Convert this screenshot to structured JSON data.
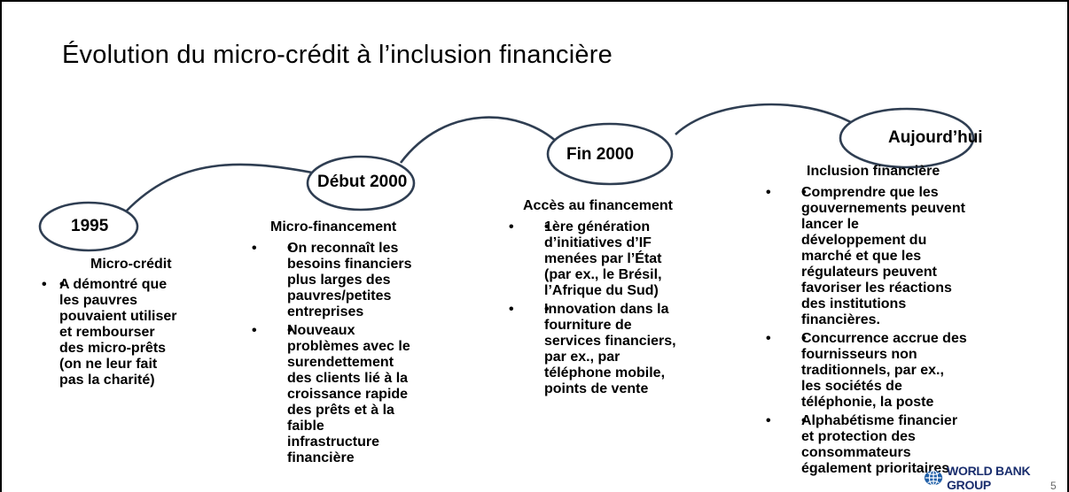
{
  "title": "Évolution du micro-crédit à l’inclusion financière",
  "timeline": {
    "stages": [
      {
        "label": "1995",
        "heading": "Micro-crédit",
        "bullets": [
          [
            "A démontré que",
            "les pauvres",
            "pouvaient utiliser",
            "et rembourser",
            "des micro-prêts",
            "(on ne leur fait",
            "pas la charité)"
          ]
        ]
      },
      {
        "label": "Début 2000",
        "heading": "Micro-financement",
        "bullets": [
          [
            "On reconnaît les",
            "besoins financiers",
            "plus larges des",
            "pauvres/petites",
            "entreprises"
          ],
          [
            "Nouveaux",
            "problèmes avec le",
            "surendettement",
            "des clients lié à la",
            "croissance rapide",
            "des prêts et à la",
            "faible",
            "infrastructure",
            "financière"
          ]
        ]
      },
      {
        "label": "Fin 2000",
        "heading": "Accès au financement",
        "bullets": [
          [
            "1ère génération",
            "d’initiatives d’IF",
            "menées par l’État",
            "(par ex., le Brésil,",
            "l’Afrique du Sud)"
          ],
          [
            "Innovation dans la",
            "fourniture de",
            "services financiers,",
            "par ex., par",
            "téléphone mobile,",
            "points de vente"
          ]
        ]
      },
      {
        "label": "Aujourd’hui",
        "heading": "Inclusion financière",
        "bullets": [
          [
            "Comprendre que les",
            "gouvernements peuvent",
            "lancer le",
            "développement du",
            "marché et que les",
            "régulateurs peuvent",
            "favoriser les réactions",
            "des institutions",
            "financières."
          ],
          [
            "Concurrence accrue des",
            "fournisseurs non",
            "traditionnels, par ex.,",
            "les sociétés de",
            "téléphonie, la poste"
          ],
          [
            "Alphabétisme financier",
            "et protection des",
            "consommateurs",
            "également prioritaires"
          ]
        ]
      }
    ]
  },
  "footer": {
    "logo_text": "WORLD BANK GROUP",
    "page_number": "5"
  }
}
